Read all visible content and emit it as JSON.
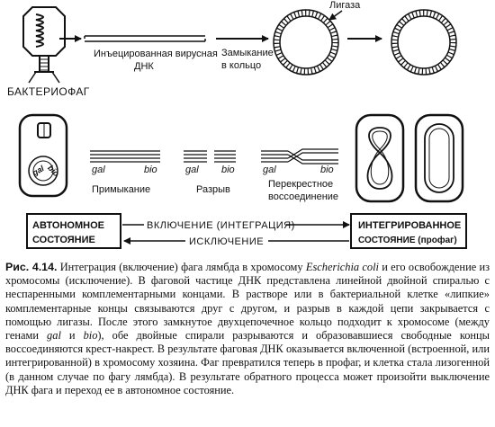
{
  "figure": {
    "label_bacteriophage": "БАКТЕРИОФАГ",
    "label_injected_line1": "Инъецированная вирусная",
    "label_injected_line2": "ДНК",
    "label_closure_line1": "Замыкание",
    "label_closure_line2": "в кольцо",
    "label_ligase": "Лигаза",
    "label_gal": "gal",
    "label_bio": "bio",
    "label_pairing": "Примыкание",
    "label_break": "Разрыв",
    "label_crossover_line1": "Перекрестное",
    "label_crossover_line2": "воссоединение",
    "box_autonomous_line1": "АВТОНОМНОЕ",
    "box_autonomous_line2": "СОСТОЯНИЕ",
    "box_integrated_line1": "ИНТЕГРИРОВАННОЕ",
    "box_integrated_line2": "СОСТОЯНИЕ (профаг)",
    "arrow_integration": "ВКЛЮЧЕНИЕ (ИНТЕГРАЦИЯ)",
    "arrow_excision": "ИСКЛЮЧЕНИЕ"
  },
  "caption": {
    "label": "Рис. 4.14.",
    "part1": "Интеграция (включение) фага лямбда в хромосому",
    "organism": "Escherichia coli",
    "part2": "и его освобождение из хромосомы (исключение). В фаговой частице ДНК представлена линейной двойной спиралью с неспаренными комплементарными концами. В растворе или в бактериальной клетке «липкие» комплементарные концы связываются друг с другом, и разрыв в каждой цепи закрывается с помощью лигазы. После этого замкнутое двухцепочечное кольцо подходит к хромосоме (между генами",
    "gene1": "gal",
    "part3": "и",
    "gene2": "bio",
    "part4": "), обе двойные спирали разрываются и образовавшиеся свободные концы воссоединяются крест-накрест. В результате фаговая ДНК оказывается включенной (встроенной, или интегрированной) в хромосому хозяина. Фаг превратился теперь в профаг, и клетка стала лизогенной (в данном случае по фагу лямбда). В результате обратного процесса может произойти выключение ДНК фага и переход ее в автономное состояние."
  }
}
